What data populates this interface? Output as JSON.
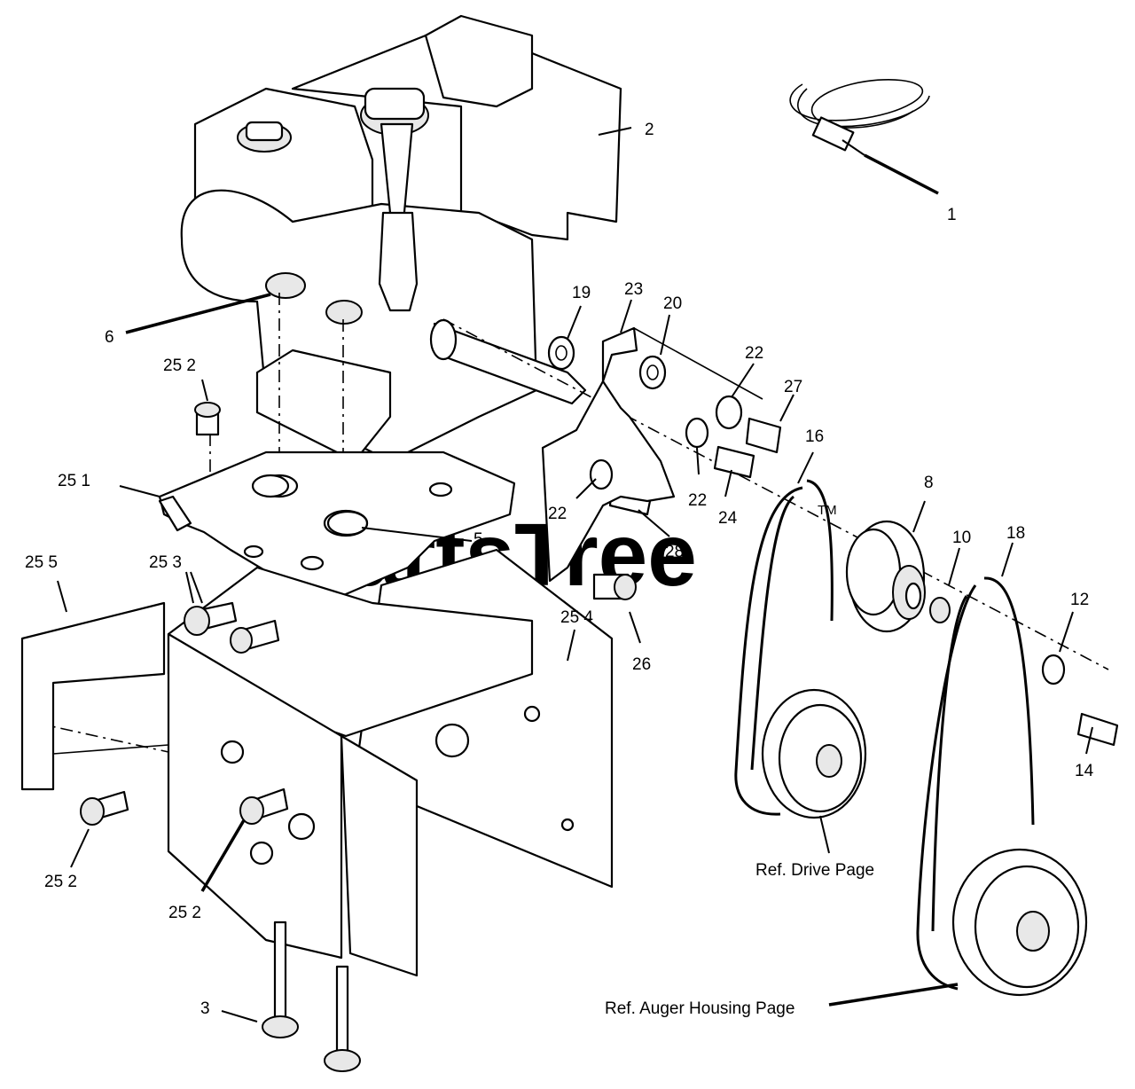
{
  "watermark": {
    "text": "PartsTree",
    "tm": "TM"
  },
  "callouts": {
    "c1": "1",
    "c2": "2",
    "c3": "3",
    "c5": "5",
    "c6": "6",
    "c8": "8",
    "c10": "10",
    "c12": "12",
    "c14": "14",
    "c16": "16",
    "c18": "18",
    "c19": "19",
    "c20": "20",
    "c22a": "22",
    "c22b": "22",
    "c22c": "22",
    "c23": "23",
    "c24": "24",
    "c26": "26",
    "c27": "27",
    "c28": "28",
    "c25_2a": "25  2",
    "c25_1": "25  1",
    "c25_5": "25  5",
    "c25_3": "25  3",
    "c25_4": "25  4",
    "c25_2b": "25  2",
    "c25_2c": "25  2"
  },
  "references": {
    "drive": "Ref. Drive Page",
    "auger": "Ref. Auger Housing Page"
  }
}
